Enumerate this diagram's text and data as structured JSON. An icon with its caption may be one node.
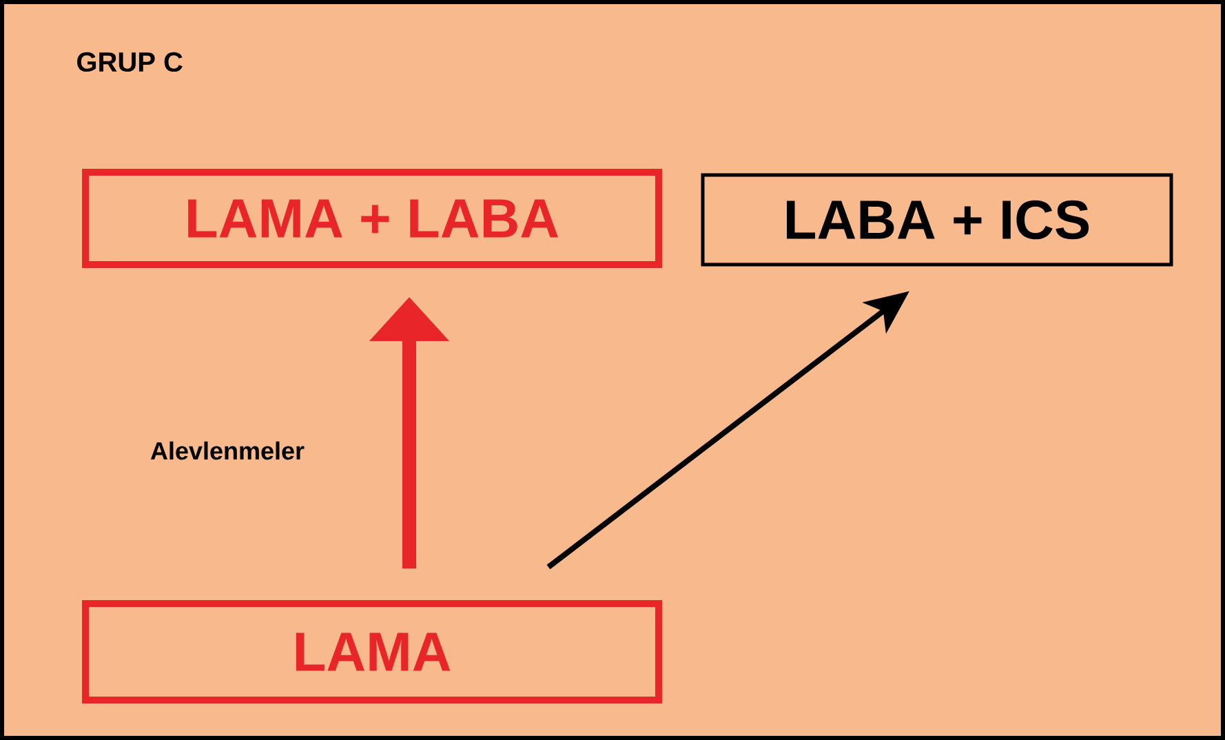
{
  "diagram": {
    "title": "GRUP C",
    "nodes": [
      {
        "text": [
          "LAMA + LABA"
        ]
      },
      {
        "text": [
          "LABA + ICS"
        ]
      },
      {
        "text": [
          "LAMA"
        ]
      }
    ],
    "edges": [
      {
        "from": 2,
        "to": 0,
        "arrow": "to",
        "label": "Alevlenmeler",
        "style": "thick",
        "color": "#e8262a"
      },
      {
        "from": 2,
        "to": 1,
        "arrow": "to",
        "color": "#000000"
      }
    ]
  }
}
